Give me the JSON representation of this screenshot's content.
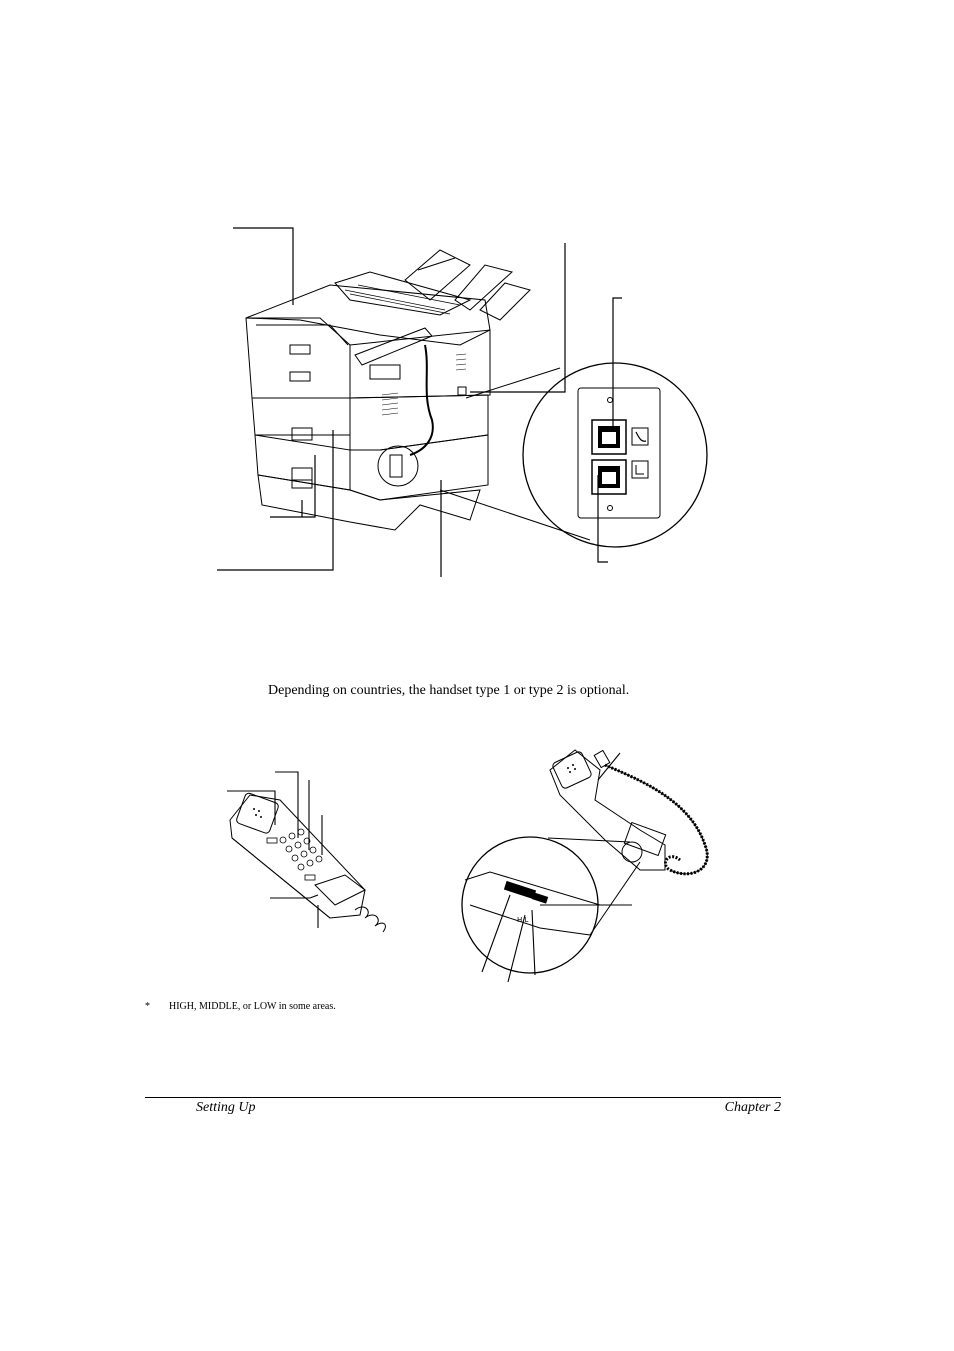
{
  "caption": "Depending on countries, the handset type 1 or type 2 is optional.",
  "footnote": {
    "marker": "*",
    "text": "HIGH, MIDDLE, or LOW in some areas."
  },
  "footer": {
    "left": "Setting Up",
    "right": "Chapter 2"
  },
  "figures": [
    {
      "name": "fax-machine-rear-view",
      "icons": [
        "handset-jack-icon",
        "line-jack-icon"
      ]
    },
    {
      "name": "handset-type-1",
      "icons": [
        "handset-icon"
      ]
    },
    {
      "name": "handset-type-2",
      "icons": [
        "handset-icon",
        "switch-detail-icon"
      ]
    }
  ]
}
